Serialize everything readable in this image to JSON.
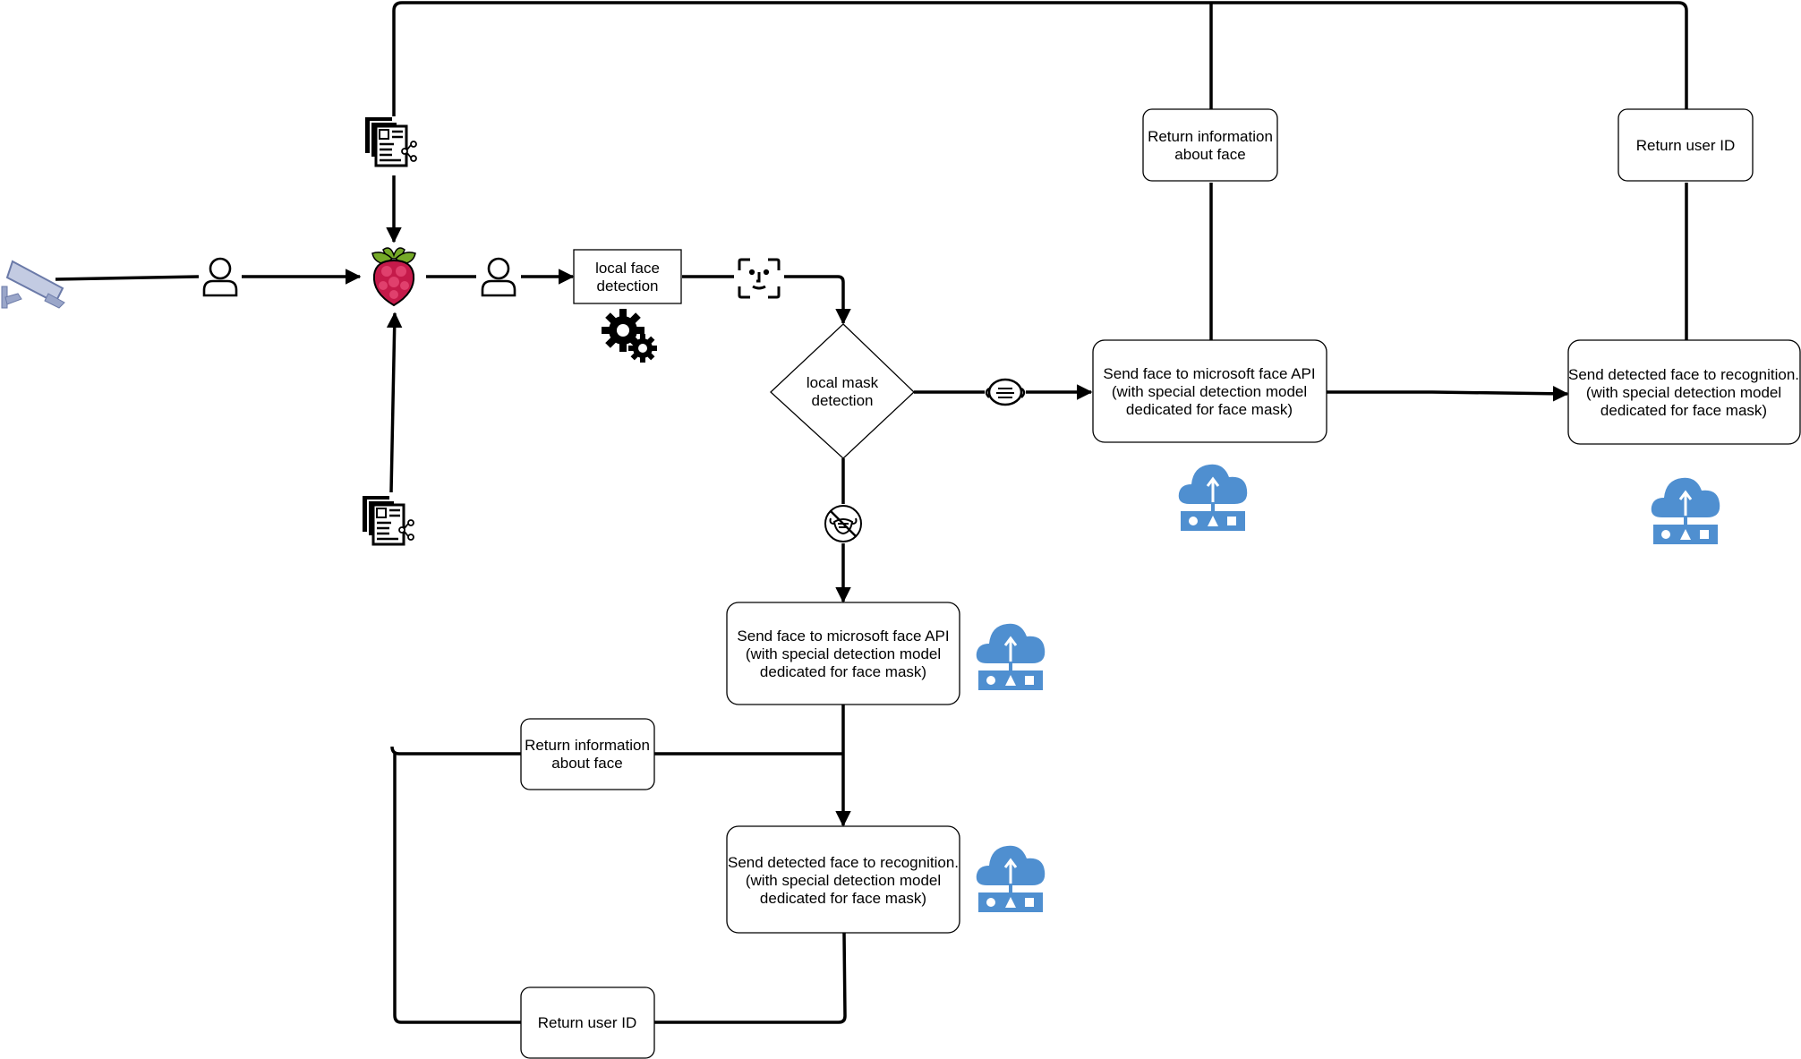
{
  "nodes": {
    "local_face_detection": [
      "local face",
      "detection"
    ],
    "local_mask_detection": [
      "local mask",
      "detection"
    ],
    "send_api_top": [
      "Send face to microsoft face API",
      "(with special detection model",
      "dedicated for face mask)"
    ],
    "send_recog_top": [
      "Send detected face to recognition.",
      "(with special detection model",
      "dedicated for face mask)"
    ],
    "return_info_top": [
      "Return information",
      "about face"
    ],
    "return_id_top": [
      "Return user ID"
    ],
    "send_api_bottom": [
      "Send face to microsoft face API",
      "(with special detection model",
      "dedicated for face mask)"
    ],
    "send_recog_bottom": [
      "Send detected face to recognition.",
      "(with special detection model",
      "dedicated for face mask)"
    ],
    "return_info_bottom": [
      "Return information",
      "about face"
    ],
    "return_id_bottom": [
      "Return user ID"
    ]
  },
  "icons": {
    "camera": "security-camera-icon",
    "person": "person-icon",
    "raspberry": "raspberry-pi-icon",
    "gears": "gears-icon",
    "face_scan": "face-scan-icon",
    "mask": "face-mask-icon",
    "no_mask": "no-mask-icon",
    "document": "shared-document-icon",
    "cloud": "cloud-service-icon"
  },
  "colors": {
    "cloud_blue": "#4f8fd0",
    "camera_blue": "#9aa6c9",
    "raspberry_red": "#c51a4a",
    "raspberry_green": "#75a928"
  }
}
